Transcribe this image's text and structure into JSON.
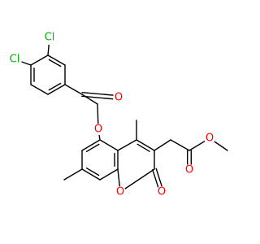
{
  "colors": {
    "bond": "#000000",
    "oxygen": "#ff0000",
    "chlorine": "#00b300",
    "background": "#ffffff"
  },
  "atoms": {
    "cl_upper": {
      "label": "Cl",
      "element": "chlorine"
    },
    "cl_lower": {
      "label": "Cl",
      "element": "chlorine"
    },
    "o_ketone": {
      "label": "O",
      "element": "oxygen"
    },
    "o_ether": {
      "label": "O",
      "element": "oxygen"
    },
    "o_ester_carbonyl": {
      "label": "O",
      "element": "oxygen"
    },
    "o_ester_methoxy": {
      "label": "O",
      "element": "oxygen"
    },
    "o_ring": {
      "label": "O",
      "element": "oxygen"
    },
    "o_lactone_carbonyl": {
      "label": "O",
      "element": "oxygen"
    }
  }
}
